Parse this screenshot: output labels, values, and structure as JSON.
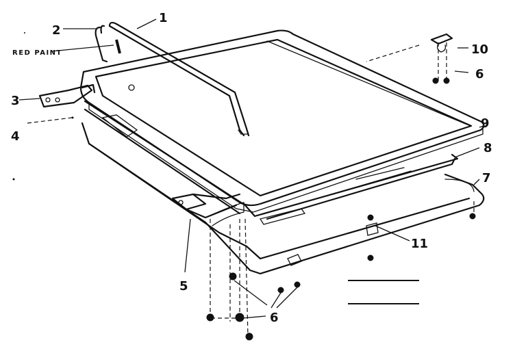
{
  "callouts": [
    {
      "id": "1",
      "label": "1"
    },
    {
      "id": "2",
      "label": "2"
    },
    {
      "id": "3",
      "label": "3"
    },
    {
      "id": "4",
      "label": "4"
    },
    {
      "id": "5",
      "label": "5"
    },
    {
      "id": "6a",
      "label": "6"
    },
    {
      "id": "6b",
      "label": "6"
    },
    {
      "id": "7",
      "label": "7"
    },
    {
      "id": "8",
      "label": "8"
    },
    {
      "id": "9",
      "label": "9"
    },
    {
      "id": "10",
      "label": "10"
    },
    {
      "id": "11",
      "label": "11"
    }
  ],
  "notes": {
    "red_paint": "RED PAINT"
  },
  "colors": {
    "ink": "#111111",
    "paper": "#ffffff"
  }
}
